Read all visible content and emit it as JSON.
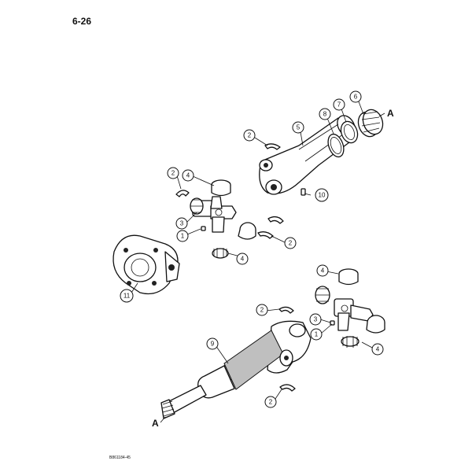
{
  "page_number": "6-26",
  "figure_code": "B861184-45",
  "reference_letter": "A",
  "callouts": [
    {
      "label": "1"
    },
    {
      "label": "2"
    },
    {
      "label": "3"
    },
    {
      "label": "4"
    },
    {
      "label": "5"
    },
    {
      "label": "6"
    },
    {
      "label": "7"
    },
    {
      "label": "8"
    },
    {
      "label": "9"
    },
    {
      "label": "10"
    },
    {
      "label": "11"
    }
  ]
}
